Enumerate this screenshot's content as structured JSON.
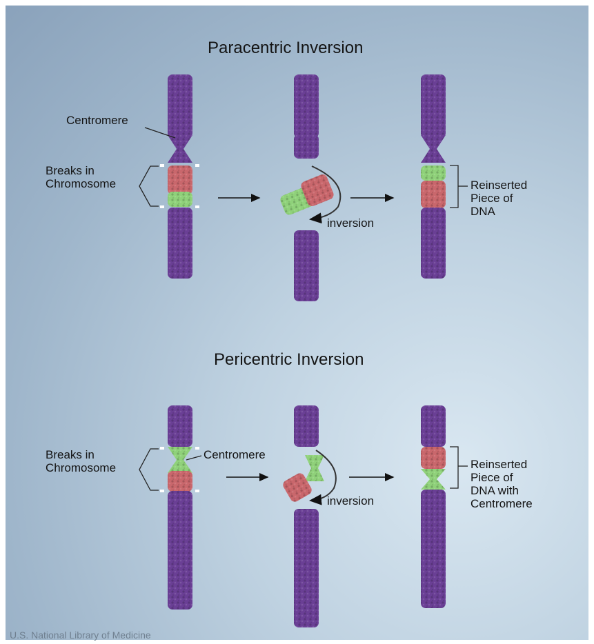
{
  "panels": [
    {
      "title": "Paracentric Inversion",
      "labels": {
        "centromere": "Centromere",
        "breaks": "Breaks in\nChromosome",
        "inversion": "inversion",
        "reinserted": "Reinserted\nPiece of\nDNA"
      }
    },
    {
      "title": "Pericentric Inversion",
      "labels": {
        "breaks": "Breaks in\nChromosome",
        "centromere": "Centromere",
        "inversion": "inversion",
        "reinserted": "Reinserted\nPiece of\nDNA with\nCentromere"
      }
    }
  ],
  "credit": "U.S. National Library of Medicine",
  "colors": {
    "chromosome": "#6a3f95",
    "chromosome_dark": "#4a2a70",
    "segment_red": "#c9676c",
    "segment_green": "#8fd17a",
    "text": "#141414",
    "credit_text": "#6f7f8f"
  }
}
